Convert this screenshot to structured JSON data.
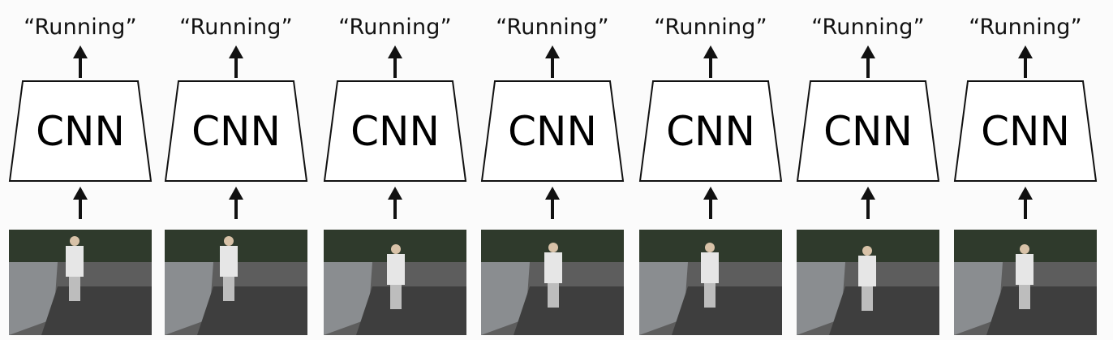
{
  "columns": [
    {
      "label": "“Running”",
      "box": "CNN"
    },
    {
      "label": "“Running”",
      "box": "CNN"
    },
    {
      "label": "“Running”",
      "box": "CNN"
    },
    {
      "label": "“Running”",
      "box": "CNN"
    },
    {
      "label": "“Running”",
      "box": "CNN"
    },
    {
      "label": "“Running”",
      "box": "CNN"
    },
    {
      "label": "“Running”",
      "box": "CNN"
    }
  ],
  "colors": {
    "stroke": "#111111",
    "box_fill": "#ffffff",
    "background": "#fbfbfb"
  }
}
